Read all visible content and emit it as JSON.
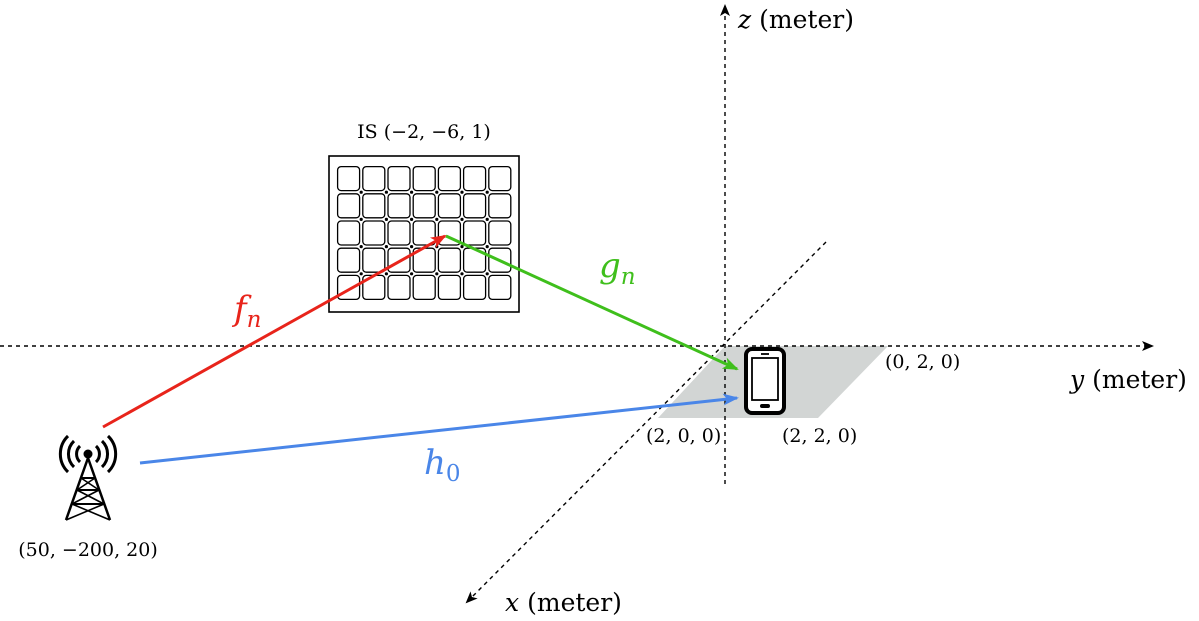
{
  "axes": {
    "z_var": "z",
    "z_unit": "(meter)",
    "y_var": "y",
    "y_unit": "(meter)",
    "x_var": "x",
    "x_unit": "(meter)"
  },
  "intelligent_surface": {
    "label": "IS (−2, −6, 1)",
    "rows": 5,
    "cols": 7
  },
  "base_station": {
    "coords": "(50, −200, 20)"
  },
  "user_region": {
    "corner_origin": "(2, 0, 0)",
    "corner_x2": "(2, 2, 0)",
    "corner_y": "(0, 2, 0)"
  },
  "channels": {
    "f": {
      "symbol": "f",
      "subscript": "n",
      "color": "#e8241b"
    },
    "g": {
      "symbol": "g",
      "subscript": "n",
      "color": "#3fbf1c"
    },
    "h": {
      "symbol": "h",
      "subscript": "0",
      "color": "#4a86e8"
    }
  }
}
